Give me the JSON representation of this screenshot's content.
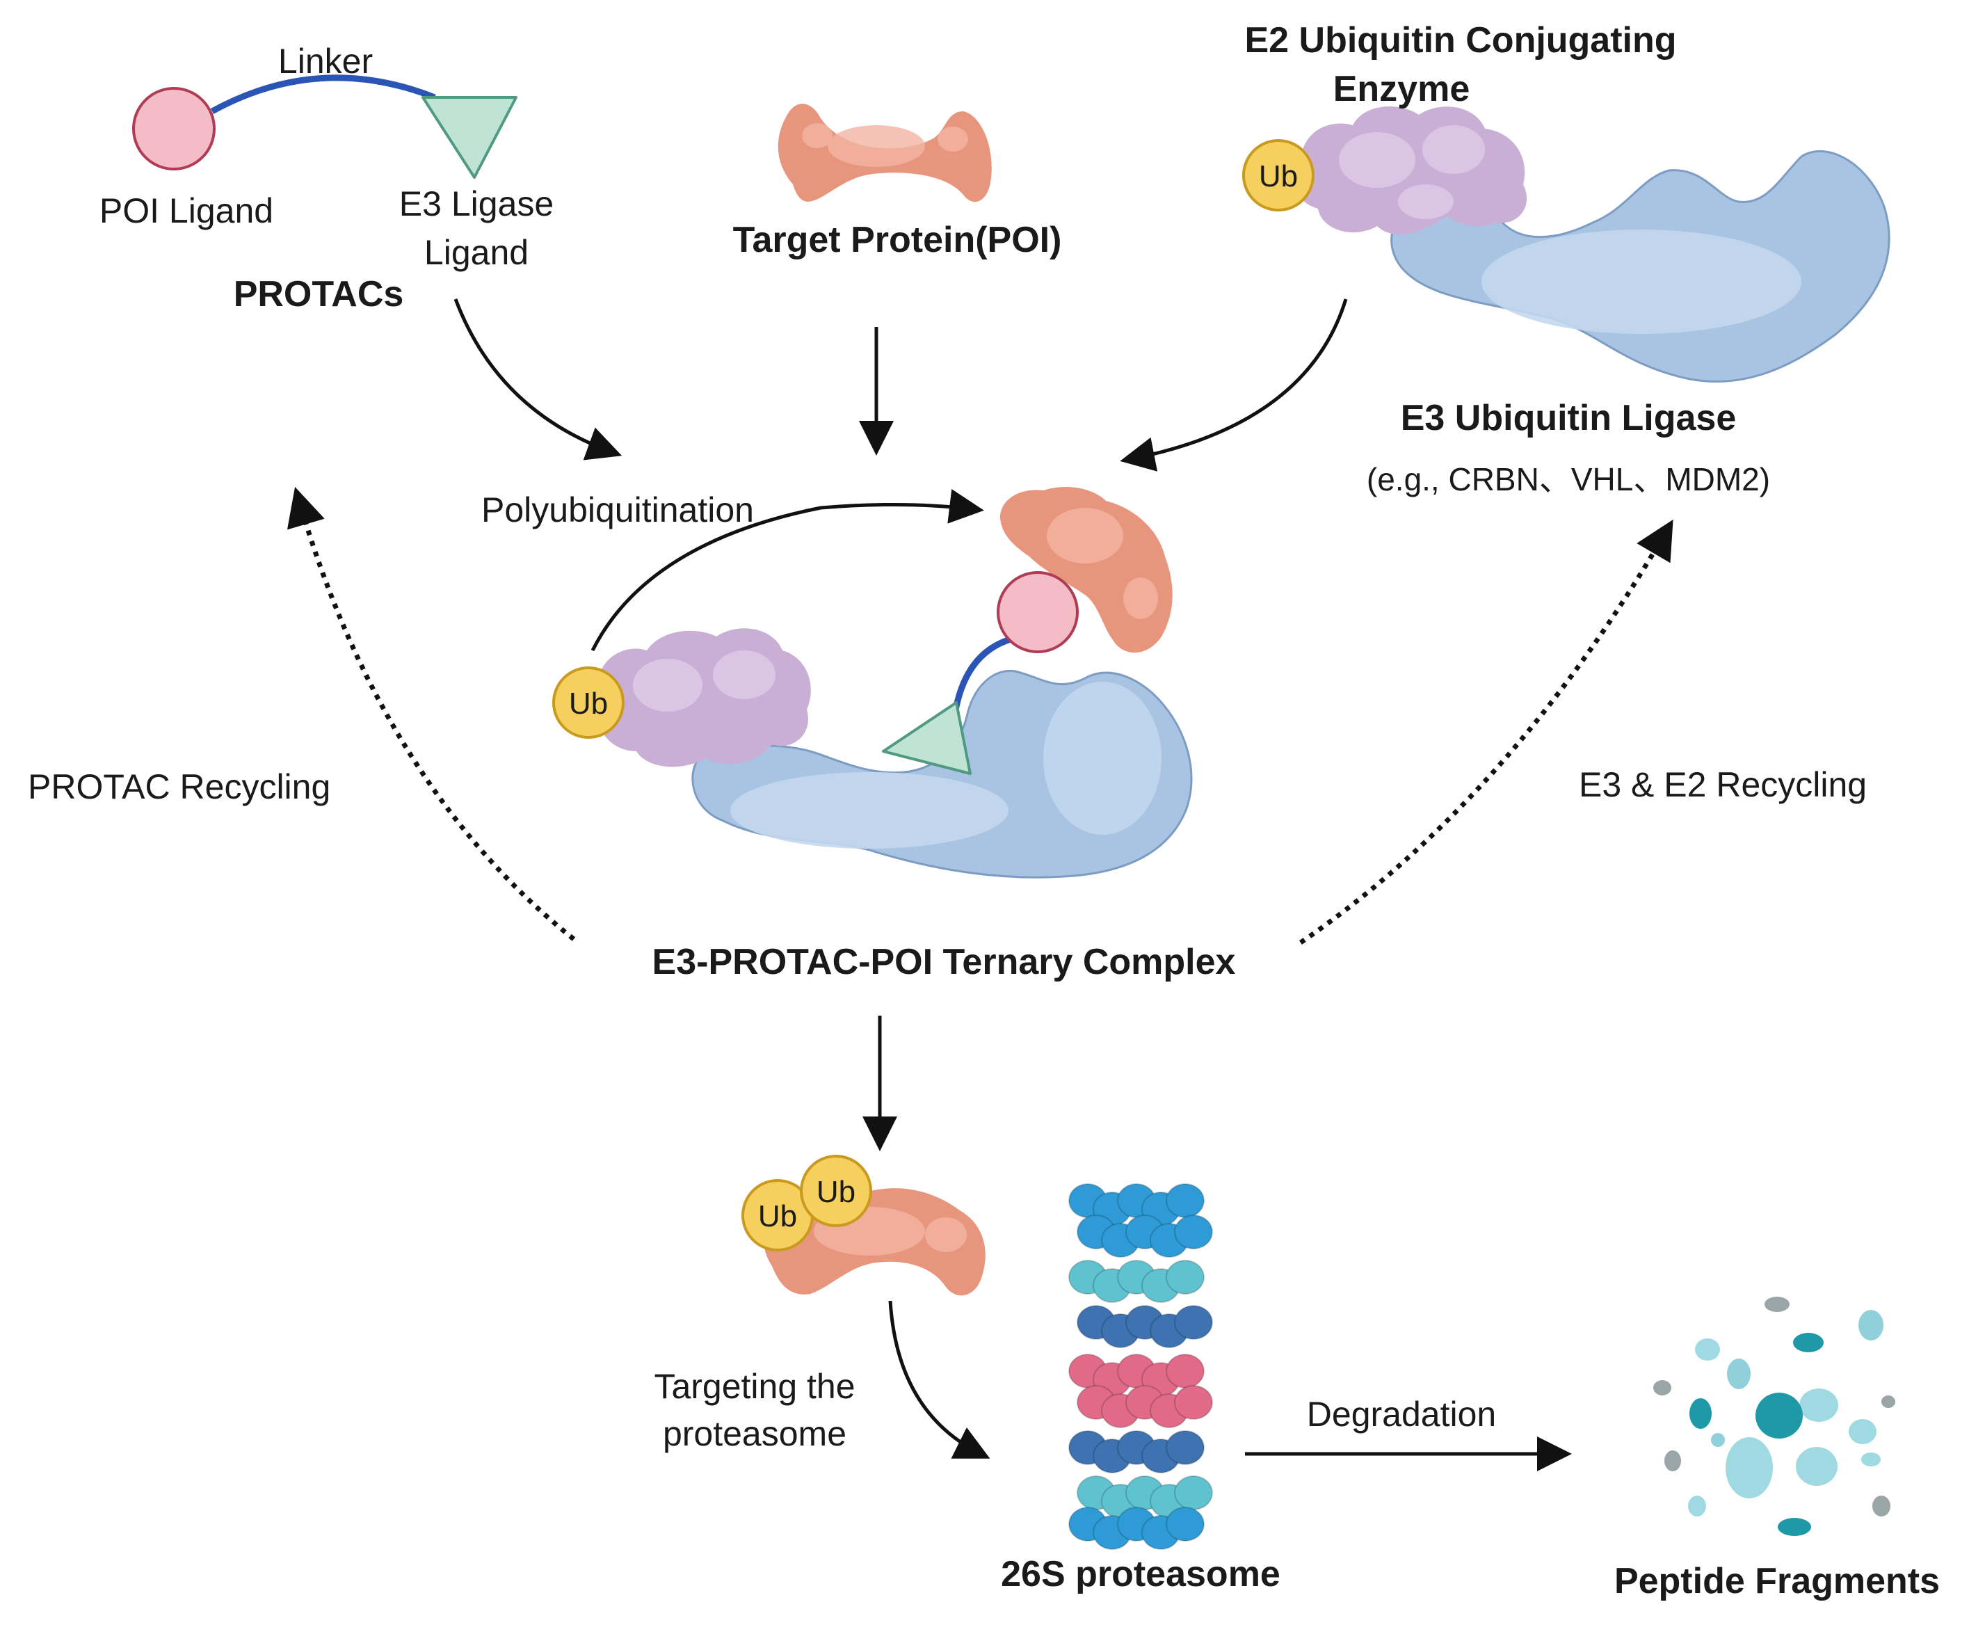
{
  "labels": {
    "linker": "Linker",
    "poi_ligand": "POI Ligand",
    "e3_ligase_ligand_1": "E3 Ligase",
    "e3_ligase_ligand_2": "Ligand",
    "protacs": "PROTACs",
    "target_protein": "Target Protein(POI)",
    "e2_enzyme_1": "E2 Ubiquitin Conjugating",
    "e2_enzyme_2": "Enzyme",
    "e3_ligase": "E3 Ubiquitin Ligase",
    "e3_examples": "(e.g., CRBN、VHL、MDM2)",
    "polyubiquitination": "Polyubiquitination",
    "protac_recycling": "PROTAC Recycling",
    "e3_e2_recycling": "E3 & E2 Recycling",
    "ternary_complex": "E3-PROTAC-POI Ternary Complex",
    "targeting_1": "Targeting the",
    "targeting_2": "proteasome",
    "proteasome": "26S proteasome",
    "degradation": "Degradation",
    "peptide_fragments": "Peptide Fragments"
  },
  "ub_tags": {
    "e2_top": "Ub",
    "complex": "Ub",
    "poi_1": "Ub",
    "poi_2": "Ub"
  },
  "colors": {
    "poi": "#E8957E",
    "poi_light": "#F2B4A2",
    "e2": "#C9AFD6",
    "e2_light": "#DDC9E6",
    "e3": "#A8C4E2",
    "e3_light": "#C3D8EE",
    "e3_stroke": "#7C9CC4",
    "ub_fill": "#F6D05E",
    "ub_stroke": "#C99A1E",
    "poi_ligand": "#F4BCC6",
    "e3_ligand": "#BFE3D4",
    "linker": "#2B55B5",
    "prot_blue": "#2E9BD6",
    "prot_teal": "#5FC2CF",
    "prot_navy": "#3E72B0",
    "prot_pink": "#E06A88"
  }
}
